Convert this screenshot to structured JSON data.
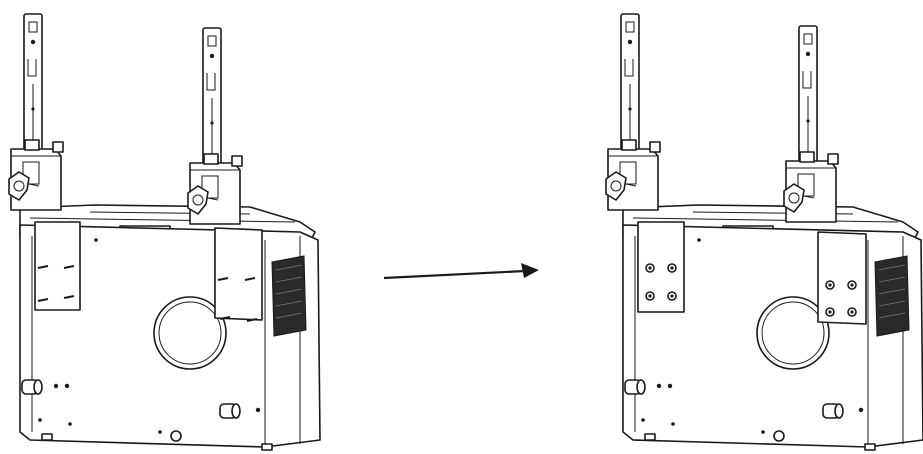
{
  "diagram": {
    "panels": [
      {
        "id": "before",
        "state": "screws-loose",
        "brackets": "two-bracket",
        "plates": "screw-holes"
      },
      {
        "id": "after",
        "state": "screws-fastened",
        "brackets": "two-bracket",
        "plates": "screwed-down"
      }
    ],
    "arrow": {
      "direction": "right",
      "icon": "arrow-right-icon"
    },
    "colors": {
      "line": "#1a1a1a",
      "background": "#ffffff",
      "grille": "#2a2a2a"
    }
  }
}
